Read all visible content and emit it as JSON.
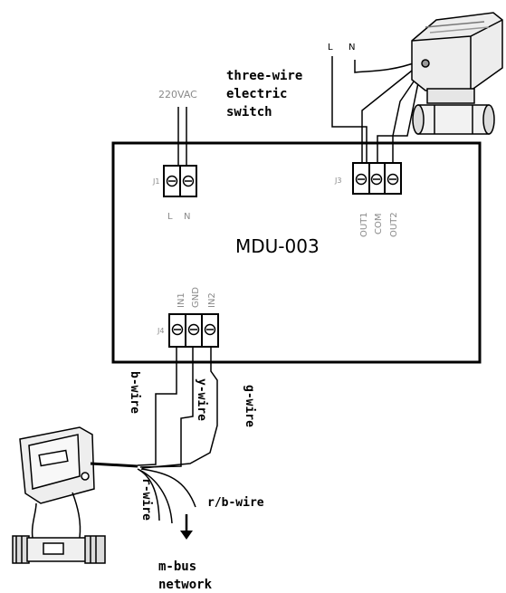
{
  "device": {
    "name": "MDU-003"
  },
  "power": {
    "label": "220VAC",
    "connector": "J1",
    "pins": [
      "L",
      "N"
    ]
  },
  "valve": {
    "label_lines": [
      "three-wire",
      "electric",
      "switch"
    ],
    "supply_labels": [
      "L",
      "N"
    ],
    "connector": "J3",
    "pins": [
      "OUT1",
      "COM",
      "OUT2"
    ]
  },
  "meter_input": {
    "connector": "J4",
    "pins": [
      "IN1",
      "GND",
      "IN2"
    ]
  },
  "wires": {
    "b_wire": "b-wire",
    "y_wire": "y-wire",
    "g_wire": "g-wire",
    "r_wire": "r-wire",
    "rb_wire": "r/b-wire"
  },
  "network": {
    "label_lines": [
      "m-bus",
      "network"
    ]
  },
  "colors": {
    "line": "#000000",
    "light_text": "#8a8a8a",
    "background": "#ffffff"
  }
}
